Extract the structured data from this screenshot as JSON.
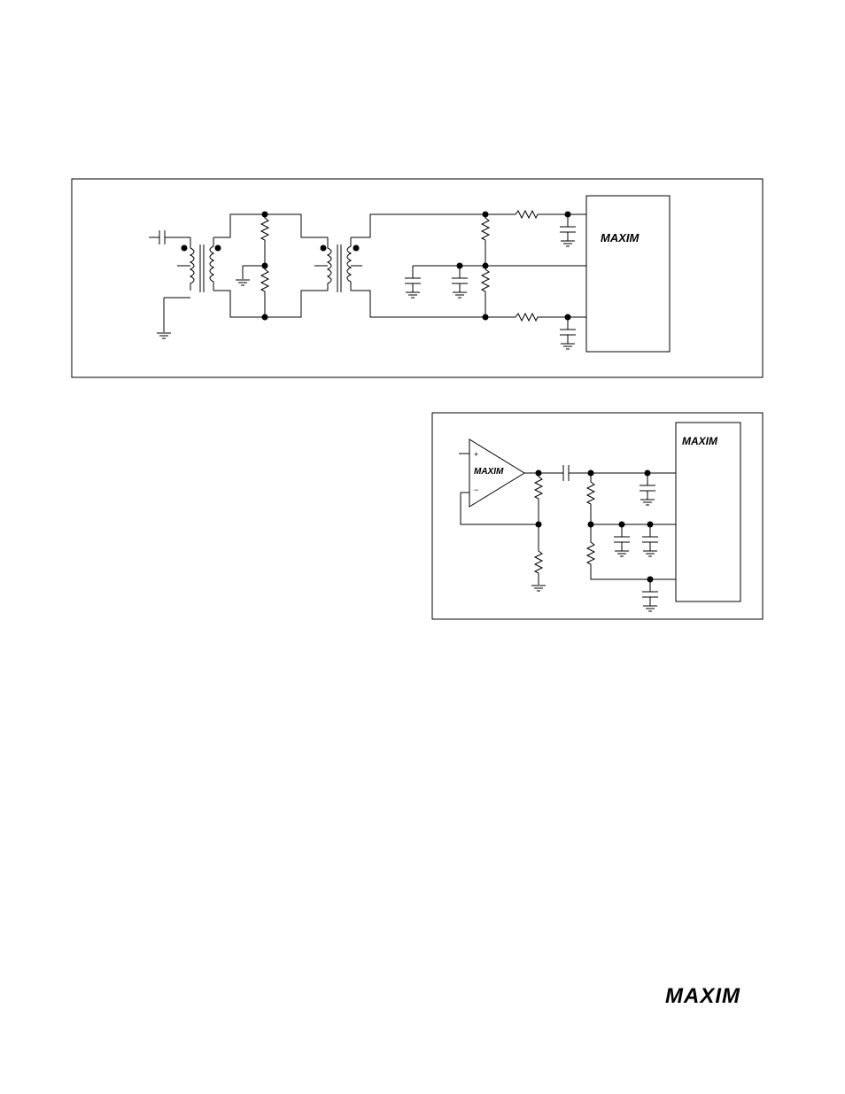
{
  "logos": {
    "circuit1_ic": "MAXIM",
    "circuit2_opamp": "MAXIM",
    "circuit2_ic": "MAXIM",
    "footer": "MAXIM"
  },
  "opamp": {
    "plus": "+",
    "minus": "−"
  }
}
